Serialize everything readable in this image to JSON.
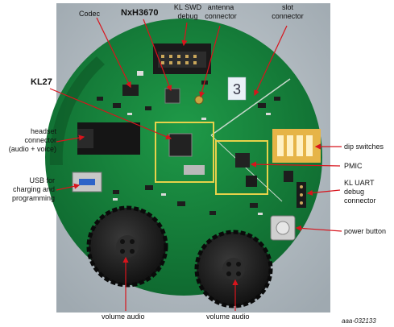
{
  "labels": {
    "codec": "Codec",
    "nxh3670": "NxH3670",
    "kl_swd": "KL SWD\ndebug",
    "antenna": "antenna\nconnector",
    "slot": "slot\nconnector",
    "kl27": "KL27",
    "headset": "headset\nconnector\n(audio + voice)",
    "usb": "USB for\ncharging and\nprogramming",
    "dip": "dip switches",
    "pmic": "PMIC",
    "kl_uart": "KL UART\ndebug\nconnector",
    "power": "power button",
    "volume_left": "volume audio",
    "volume_right": "volume audio",
    "board_number": "3",
    "figure_id": "aaa-032133"
  },
  "colors": {
    "annotation": "#d8141c",
    "pcb": "#14803a",
    "highlight": "#e7d24a",
    "background": "#ffffff",
    "photo_bg": "#b7c0c6"
  }
}
